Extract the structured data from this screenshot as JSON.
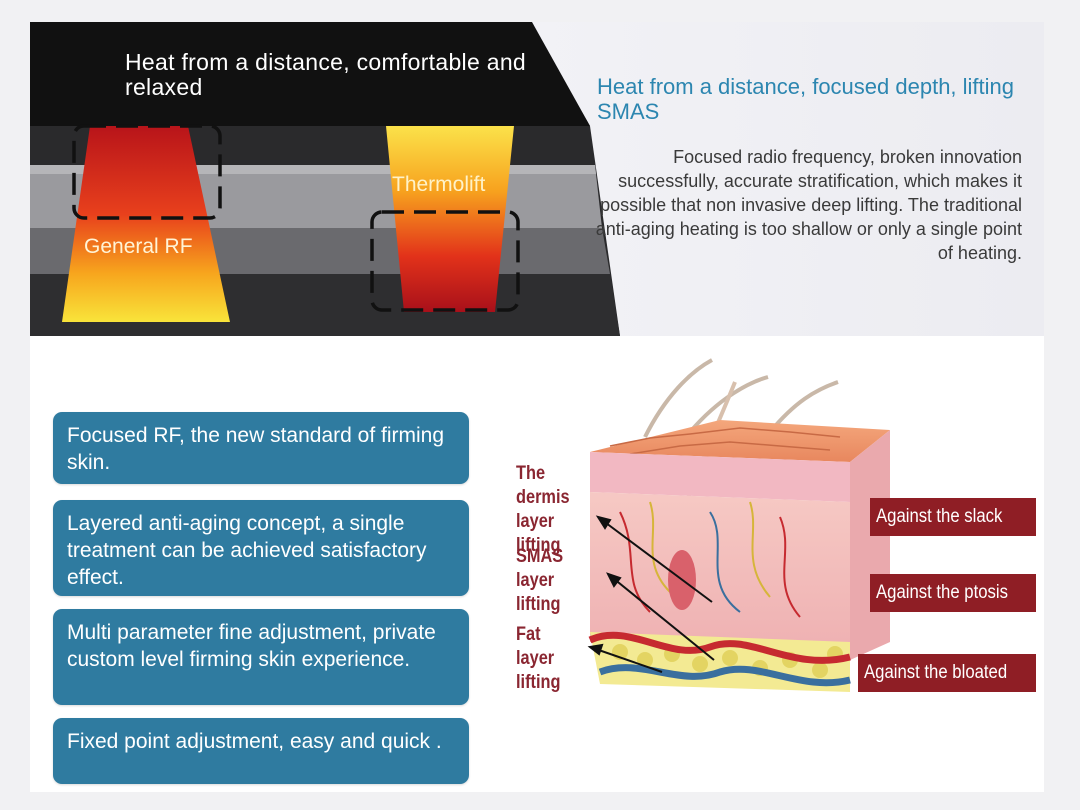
{
  "top": {
    "headline": "Heat from a distance, comfortable and relaxed",
    "general_rf_label": "General RF",
    "thermolift_label": "Thermolift"
  },
  "intro": {
    "title": "Heat from a distance, focused depth, lifting SMAS",
    "description": "Focused radio frequency, broken innovation successfully, accurate stratification, which makes it possible that non invasive deep lifting. The traditional anti-aging heating is too shallow or only a single point of heating."
  },
  "features": [
    "Focused RF, the new standard of firming skin.",
    "Layered anti-aging concept, a single treatment can be achieved satisfactory effect.",
    "Multi parameter fine adjustment, private custom level firming skin experience.",
    "Fixed point adjustment, easy and quick ."
  ],
  "layers": [
    "The dermis layer lifting",
    "SMAS layer lifting",
    "Fat layer lifting"
  ],
  "benefits": [
    "Against the slack",
    "Against the ptosis",
    "Against the bloated"
  ],
  "colors": {
    "card_blue": "#2f7ba0",
    "title_blue": "#2c86b0",
    "label_red": "#8a2631",
    "benefit_red": "#8f1e25"
  }
}
